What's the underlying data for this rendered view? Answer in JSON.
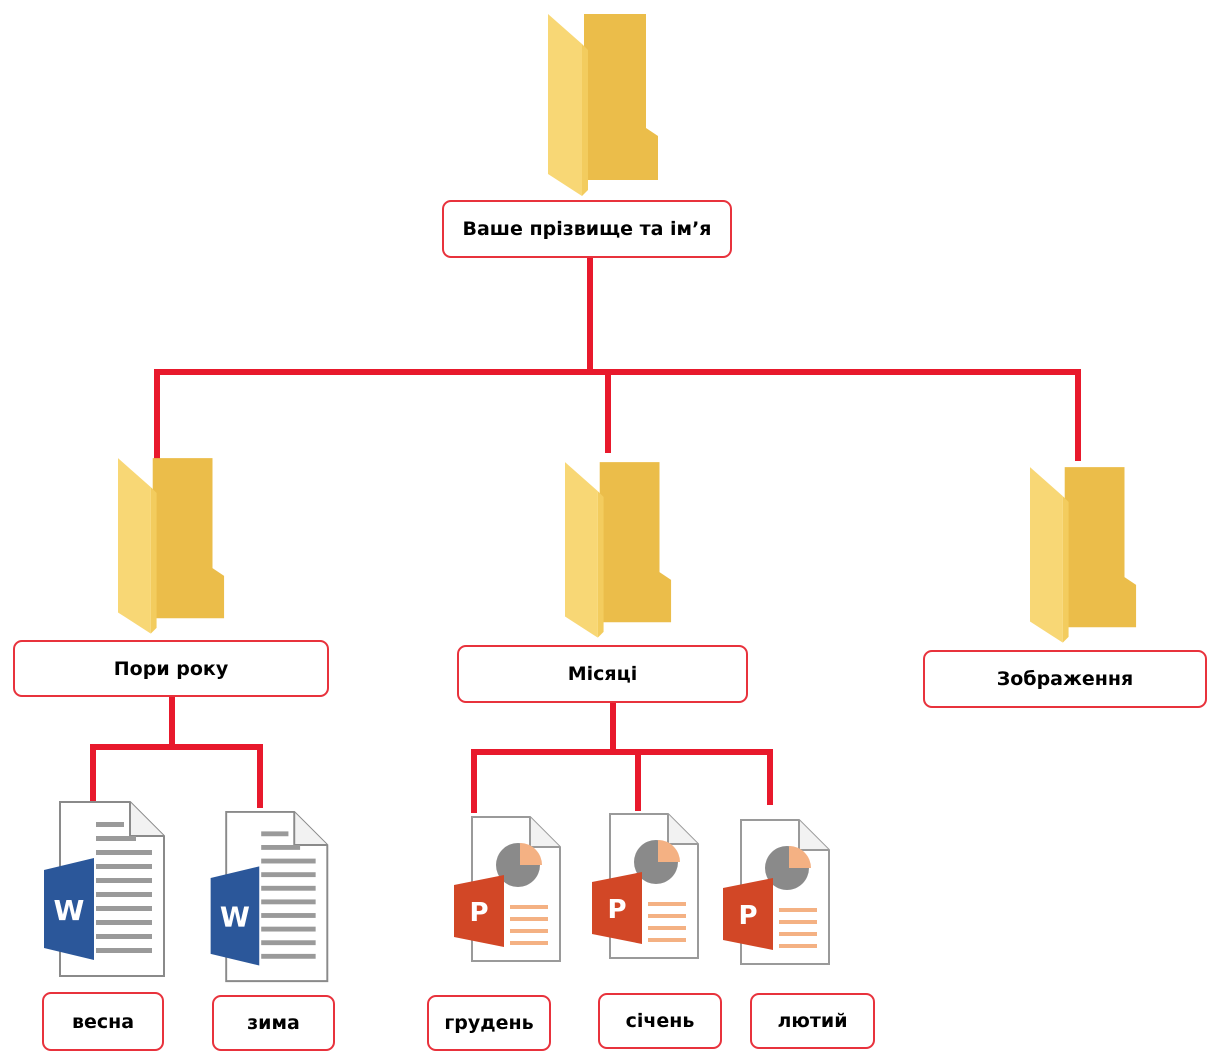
{
  "root": {
    "label": "Ваше прізвище та ім’я",
    "icon": "folder-icon"
  },
  "folders": [
    {
      "id": "seasons",
      "label": "Пори року",
      "icon": "folder-icon"
    },
    {
      "id": "months",
      "label": "Місяці",
      "icon": "folder-icon"
    },
    {
      "id": "images",
      "label": "Зображення",
      "icon": "folder-icon"
    }
  ],
  "files": {
    "seasons": [
      {
        "label": "весна",
        "icon": "word-document-icon",
        "badge": "W"
      },
      {
        "label": "зима",
        "icon": "word-document-icon",
        "badge": "W"
      }
    ],
    "months": [
      {
        "label": "грудень",
        "icon": "powerpoint-document-icon",
        "badge": "P"
      },
      {
        "label": "січень",
        "icon": "powerpoint-document-icon",
        "badge": "P"
      },
      {
        "label": "лютий",
        "icon": "powerpoint-document-icon",
        "badge": "P"
      }
    ]
  },
  "colors": {
    "connector": "#e8192c",
    "label_border": "#e8323c",
    "folder": "#f8d775",
    "word_badge": "#2b579a",
    "powerpoint_badge": "#d24726"
  }
}
